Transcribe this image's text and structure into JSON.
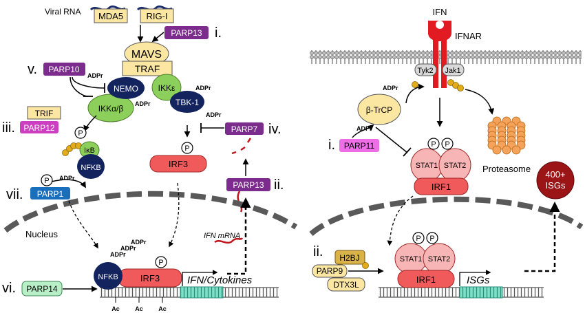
{
  "left_panel": {
    "viral_rna": "Viral RNA",
    "mda5": "MDA5",
    "rigi": "RIG-I",
    "parp13_top": "PARP13",
    "step_i": "i.",
    "mavs": "MAVS",
    "traf": "TRAF",
    "step_v": "v.",
    "parp10": "PARP10",
    "adpr_parp10": "ADPr",
    "nemo": "NEMO",
    "ikk_ab": "IKKα/β",
    "adpr_nemo": "ADPr",
    "ikk_e": "IKKε",
    "adpr_tbk": "ADPr",
    "tbk1": "TBK-1",
    "adpr_parp7": "ADPr",
    "trif": "TRIF",
    "step_iii": "iii.",
    "parp12": "PARP12",
    "p_ikb": "P",
    "ikb": "IκB",
    "nfkb": "NFKB",
    "parp7": "PARP7",
    "step_iv": "iv.",
    "p_irf3": "P",
    "irf3": "IRF3",
    "parp13_mid": "PARP13",
    "step_ii": "ii.",
    "step_vii": "vii.",
    "p_parp1": "P",
    "adpr_parp1": "ADPr",
    "parp1": "PARP1",
    "nucleus": "Nucleus",
    "ifn_mrna": "IFN mRNA",
    "adpr_n1": "ADPr",
    "adpr_n2": "ADPr",
    "adpr_n3": "ADPr",
    "p_irf3_nuc": "P",
    "nfkb_nuc": "NFKB",
    "irf3_nuc": "IRF3",
    "ifn_cytokines": "IFN/Cytokines",
    "step_vi": "vi.",
    "parp14": "PARP14",
    "ac": [
      "Ac",
      "Ac",
      "Ac"
    ]
  },
  "right_panel": {
    "ifn": "IFN",
    "ifnar": "IFNAR",
    "tyk2": "Tyk2",
    "jak1": "Jak1",
    "adpr_btrcp": "ADPr",
    "btrcp": "β-TrCP",
    "adpr_parp11": "ADPr",
    "step_i": "i.",
    "parp11": "PARP11",
    "p1": "P",
    "p2": "P",
    "stat1": "STAT1",
    "stat2": "STAT2",
    "irf1": "IRF1",
    "proteasome": "Proteasome",
    "isgs_badge_1": "400+",
    "isgs_badge_2": "ISGs",
    "step_ii": "ii.",
    "h2bj": "H2BJ",
    "parp9": "PARP9",
    "dtx3l": "DTX3L",
    "p3": "P",
    "p4": "P",
    "stat1_nuc": "STAT1",
    "stat2_nuc": "STAT2",
    "irf1_nuc": "IRF1",
    "isgs": "ISGs"
  },
  "colors": {
    "purple": "#7b2c8c",
    "magenta": "#cc3fc0",
    "yellow": "#fbe6a2",
    "navy": "#12235e",
    "green": "#8ccf5a",
    "red": "#f05a5a",
    "pink": "#f7b5b5",
    "blue": "#1a6fbd",
    "gold": "#e2ac1c",
    "gray": "#7a7a7a",
    "orange": "#f5a35a",
    "darkred": "#9b1416",
    "teal": "#5fd0b0"
  }
}
